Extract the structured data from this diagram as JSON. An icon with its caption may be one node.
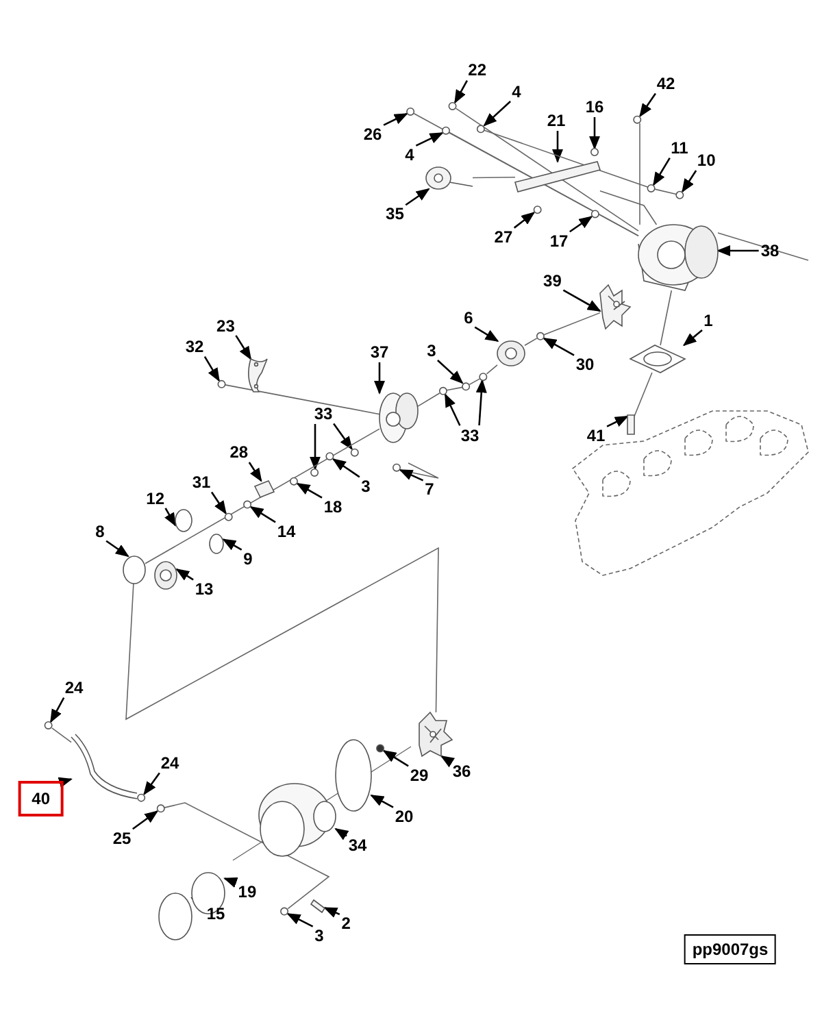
{
  "diagram": {
    "nodes": [
      {
        "text": [
          "22"
        ]
      },
      {
        "text": [
          "42"
        ]
      },
      {
        "text": [
          "4"
        ]
      },
      {
        "text": [
          "16"
        ]
      },
      {
        "text": [
          "21"
        ]
      },
      {
        "text": [
          "26"
        ]
      },
      {
        "text": [
          "4"
        ]
      },
      {
        "text": [
          "11"
        ]
      },
      {
        "text": [
          "10"
        ]
      },
      {
        "text": [
          "35"
        ]
      },
      {
        "text": [
          "27"
        ]
      },
      {
        "text": [
          "17"
        ]
      },
      {
        "text": [
          "38"
        ]
      },
      {
        "text": [
          "39"
        ]
      },
      {
        "text": [
          "6"
        ]
      },
      {
        "text": [
          "1"
        ]
      },
      {
        "text": [
          "23"
        ]
      },
      {
        "text": [
          "32"
        ]
      },
      {
        "text": [
          "37"
        ]
      },
      {
        "text": [
          "3"
        ]
      },
      {
        "text": [
          "30"
        ]
      },
      {
        "text": [
          "33"
        ]
      },
      {
        "text": [
          "33"
        ]
      },
      {
        "text": [
          "41"
        ]
      },
      {
        "text": [
          "28"
        ]
      },
      {
        "text": [
          "31"
        ]
      },
      {
        "text": [
          "3"
        ]
      },
      {
        "text": [
          "7"
        ]
      },
      {
        "text": [
          "12"
        ]
      },
      {
        "text": [
          "18"
        ]
      },
      {
        "text": [
          "14"
        ]
      },
      {
        "text": [
          "8"
        ]
      },
      {
        "text": [
          "9"
        ]
      },
      {
        "text": [
          "13"
        ]
      },
      {
        "text": [
          "24"
        ]
      },
      {
        "text": [
          "24"
        ]
      },
      {
        "text": [
          "29"
        ]
      },
      {
        "text": [
          "36"
        ]
      },
      {
        "text": [
          "40"
        ]
      },
      {
        "text": [
          "20"
        ]
      },
      {
        "text": [
          "25"
        ]
      },
      {
        "text": [
          "34"
        ]
      },
      {
        "text": [
          "19"
        ]
      },
      {
        "text": [
          "15"
        ]
      },
      {
        "text": [
          "2"
        ]
      },
      {
        "text": [
          "3"
        ]
      },
      {
        "text": [
          "pp9007gs"
        ]
      },
      {
        "text": [],
        "shape": "circle"
      },
      {
        "text": [],
        "shape": "circle"
      },
      {
        "text": [],
        "shape": "circle"
      },
      {
        "text": [],
        "shape": "circle"
      },
      {
        "text": [],
        "shape": "bar"
      },
      {
        "text": [],
        "shape": "circle"
      },
      {
        "text": [],
        "shape": "circle"
      },
      {
        "text": [],
        "shape": "circle"
      },
      {
        "text": [],
        "shape": "circle"
      },
      {
        "text": [],
        "shape": "picture"
      },
      {
        "text": [],
        "shape": "circle"
      },
      {
        "text": [],
        "shape": "circle"
      },
      {
        "text": [],
        "shape": "picture"
      },
      {
        "text": [],
        "shape": "picture"
      },
      {
        "text": [],
        "shape": "circle"
      },
      {
        "text": [],
        "shape": "picture"
      },
      {
        "text": [],
        "shape": "picture"
      },
      {
        "text": [],
        "shape": "circle"
      },
      {
        "text": [],
        "shape": "picture"
      },
      {
        "text": [],
        "shape": "circle"
      },
      {
        "text": [],
        "shape": "circle"
      },
      {
        "text": [],
        "shape": "circle"
      },
      {
        "text": [],
        "shape": "circle"
      },
      {
        "text": [],
        "shape": "circle"
      },
      {
        "text": [],
        "shape": "circle"
      },
      {
        "text": [],
        "shape": "box"
      },
      {
        "text": [],
        "shape": "box"
      },
      {
        "text": [],
        "shape": "circle"
      },
      {
        "text": [],
        "shape": "circle"
      },
      {
        "text": [],
        "shape": "circle"
      },
      {
        "text": [],
        "shape": "circle"
      },
      {
        "text": [],
        "shape": "circle"
      },
      {
        "text": [],
        "shape": "circle"
      },
      {
        "text": [],
        "shape": "circle"
      },
      {
        "text": [],
        "shape": "circle"
      },
      {
        "text": [],
        "shape": "circle"
      },
      {
        "text": [],
        "shape": "circle"
      },
      {
        "text": [],
        "shape": "circle"
      },
      {
        "text": [],
        "shape": "circle"
      },
      {
        "text": [],
        "shape": "picture"
      },
      {
        "text": [],
        "shape": "picture"
      },
      {
        "text": [],
        "shape": "circle"
      },
      {
        "text": [],
        "shape": "circle"
      },
      {
        "text": [],
        "shape": "picture"
      },
      {
        "text": [],
        "shape": "circle"
      },
      {
        "text": [],
        "shape": "circle"
      },
      {
        "text": [],
        "shape": "box"
      },
      {
        "text": [],
        "shape": "circle"
      }
    ],
    "edges": [
      {
        "from": 0,
        "to": 47,
        "arrow": "to"
      },
      {
        "from": 1,
        "to": 48,
        "arrow": "to"
      },
      {
        "from": 2,
        "to": 49,
        "arrow": "to"
      },
      {
        "from": 3,
        "to": 50,
        "arrow": "to"
      },
      {
        "from": 4,
        "to": 51,
        "arrow": "to"
      },
      {
        "from": 5,
        "to": 52,
        "arrow": "to"
      },
      {
        "from": 6,
        "to": 53,
        "arrow": "to"
      },
      {
        "from": 7,
        "to": 54,
        "arrow": "to"
      },
      {
        "from": 8,
        "to": 55,
        "arrow": "to"
      },
      {
        "from": 9,
        "to": 56,
        "arrow": "to"
      },
      {
        "from": 10,
        "to": 57,
        "arrow": "to"
      },
      {
        "from": 11,
        "to": 58,
        "arrow": "to"
      },
      {
        "from": 12,
        "to": 59,
        "arrow": "to"
      },
      {
        "from": 13,
        "to": 60,
        "arrow": "to"
      },
      {
        "from": 14,
        "to": 61,
        "arrow": "to"
      },
      {
        "from": 15,
        "to": 62,
        "arrow": "to"
      },
      {
        "from": 16,
        "to": 63,
        "arrow": "to"
      },
      {
        "from": 17,
        "to": 64,
        "arrow": "to"
      },
      {
        "from": 18,
        "to": 65,
        "arrow": "to"
      },
      {
        "from": 19,
        "to": 66,
        "arrow": "to"
      },
      {
        "from": 20,
        "to": 67,
        "arrow": "to"
      },
      {
        "from": 21,
        "to": 68,
        "arrow": "to"
      },
      {
        "from": 21,
        "to": 69,
        "arrow": "to"
      },
      {
        "from": 22,
        "to": 70,
        "arrow": "to"
      },
      {
        "from": 22,
        "to": 71,
        "arrow": "to"
      },
      {
        "from": 23,
        "to": 72,
        "arrow": "to"
      },
      {
        "from": 24,
        "to": 73,
        "arrow": "to"
      },
      {
        "from": 25,
        "to": 74,
        "arrow": "to"
      },
      {
        "from": 26,
        "to": 75,
        "arrow": "to"
      },
      {
        "from": 27,
        "to": 76,
        "arrow": "to"
      },
      {
        "from": 28,
        "to": 77,
        "arrow": "to"
      },
      {
        "from": 29,
        "to": 78,
        "arrow": "to"
      },
      {
        "from": 30,
        "to": 79,
        "arrow": "to"
      },
      {
        "from": 31,
        "to": 80,
        "arrow": "to"
      },
      {
        "from": 32,
        "to": 81,
        "arrow": "to"
      },
      {
        "from": 33,
        "to": 82,
        "arrow": "to"
      },
      {
        "from": 34,
        "to": 83,
        "arrow": "to"
      },
      {
        "from": 35,
        "to": 84,
        "arrow": "to"
      },
      {
        "from": 36,
        "to": 85,
        "arrow": "to"
      },
      {
        "from": 37,
        "to": 86,
        "arrow": "to"
      },
      {
        "from": 38,
        "to": 87,
        "arrow": "to"
      },
      {
        "from": 39,
        "to": 88,
        "arrow": "to"
      },
      {
        "from": 40,
        "to": 89,
        "arrow": "to"
      },
      {
        "from": 41,
        "to": 90,
        "arrow": "to"
      },
      {
        "from": 42,
        "to": 91,
        "arrow": "to"
      },
      {
        "from": 43,
        "to": 92,
        "arrow": "to"
      },
      {
        "from": 44,
        "to": 93,
        "arrow": "to"
      },
      {
        "from": 45,
        "to": 94,
        "arrow": "to"
      },
      {
        "from": 47,
        "to": 59,
        "arrow": "none",
        "color": "#666666"
      },
      {
        "from": 64,
        "to": 65,
        "arrow": "none",
        "color": "#666666"
      },
      {
        "from": 65,
        "to": 80,
        "arrow": "none",
        "color": "#666666"
      },
      {
        "from": 80,
        "to": 86,
        "arrow": "none",
        "color": "#666666"
      },
      {
        "from": 89,
        "to": 94,
        "arrow": "none",
        "color": "#666666"
      },
      {
        "from": 56,
        "to": 51,
        "arrow": "none",
        "color": "#666666"
      },
      {
        "from": 83,
        "to": 87,
        "arrow": "none",
        "color": "#666666"
      },
      {
        "from": 48,
        "to": 59,
        "arrow": "none",
        "color": "#666666"
      },
      {
        "from": 59,
        "to": 62,
        "arrow": "none",
        "color": "#666666"
      },
      {
        "from": 62,
        "to": 72,
        "arrow": "none",
        "color": "#666666"
      },
      {
        "from": 52,
        "to": 59,
        "arrow": "none",
        "color": "#666666"
      },
      {
        "from": 53,
        "to": 59,
        "arrow": "none",
        "color": "#666666"
      },
      {
        "from": 65,
        "to": 70,
        "arrow": "none",
        "color": "#666666"
      },
      {
        "from": 70,
        "to": 66,
        "arrow": "none",
        "color": "#666666"
      },
      {
        "from": 66,
        "to": 71,
        "arrow": "none",
        "color": "#666666"
      },
      {
        "from": 71,
        "to": 61,
        "arrow": "none",
        "color": "#666666"
      },
      {
        "from": 61,
        "to": 67,
        "arrow": "none",
        "color": "#666666"
      },
      {
        "from": 67,
        "to": 60,
        "arrow": "none",
        "color": "#666666"
      },
      {
        "from": 49,
        "to": 54,
        "arrow": "none",
        "color": "#666666"
      },
      {
        "from": 51,
        "to": 59,
        "arrow": "none",
        "color": "#666666"
      },
      {
        "from": 54,
        "to": 55,
        "arrow": "none",
        "color": "#666666"
      }
    ]
  }
}
